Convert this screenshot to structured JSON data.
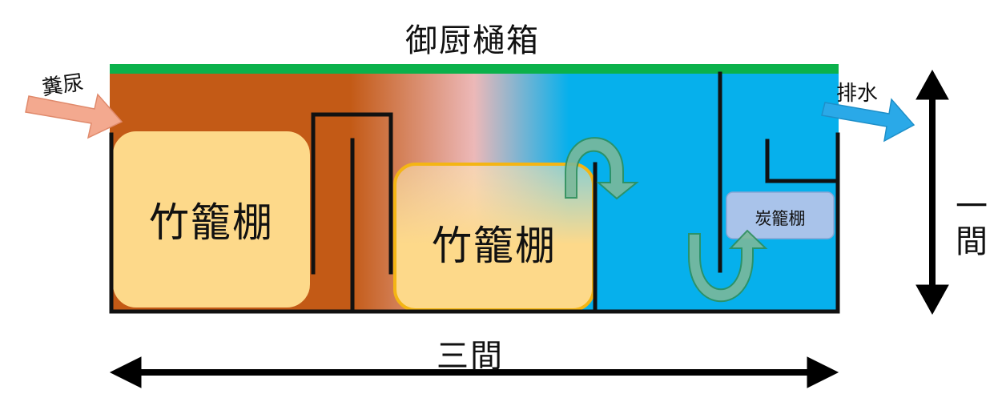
{
  "diagram": {
    "title": "御厨樋箱",
    "inlet_label": "糞尿",
    "outlet_label": "排水",
    "chambers": [
      {
        "label": "竹籠棚"
      },
      {
        "label": "竹籠棚"
      },
      {
        "label": "炭籠棚"
      }
    ],
    "width_label": "三間",
    "height_label": "一間"
  },
  "colors": {
    "lid": "#0bb14b",
    "sewage": "#c35a16",
    "mixing_pink": "#ecb8b8",
    "clean_water": "#06b0ec",
    "bamboo_fill": "#fdd98a",
    "bamboo_border": "#f4b514",
    "charcoal_fill": "#a9c3ea",
    "inlet_arrow": "#f3a98f",
    "outlet_arrow": "#2aa9e8",
    "flow_arrow": "#7bb89a",
    "wall": "#111111"
  }
}
